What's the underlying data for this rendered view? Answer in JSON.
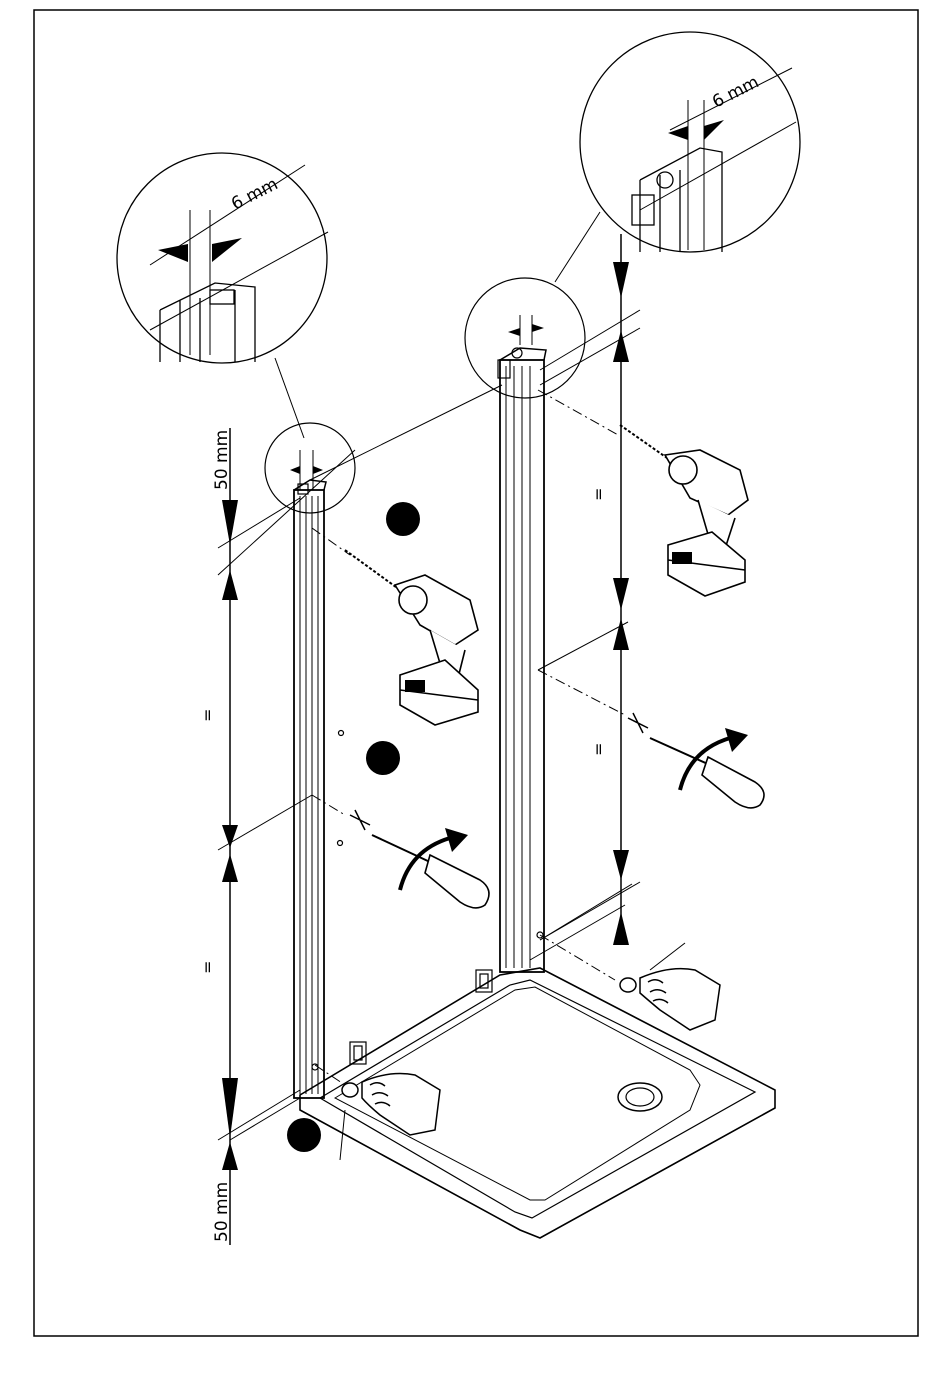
{
  "labels": {
    "top_left_gap": "6 mm",
    "top_right_gap": "6 mm",
    "top_offset": "50 mm",
    "bottom_offset": "50 mm",
    "equal_mark": "="
  },
  "step_markers": 3,
  "colors": {
    "ink": "#000000",
    "paper": "#ffffff"
  }
}
